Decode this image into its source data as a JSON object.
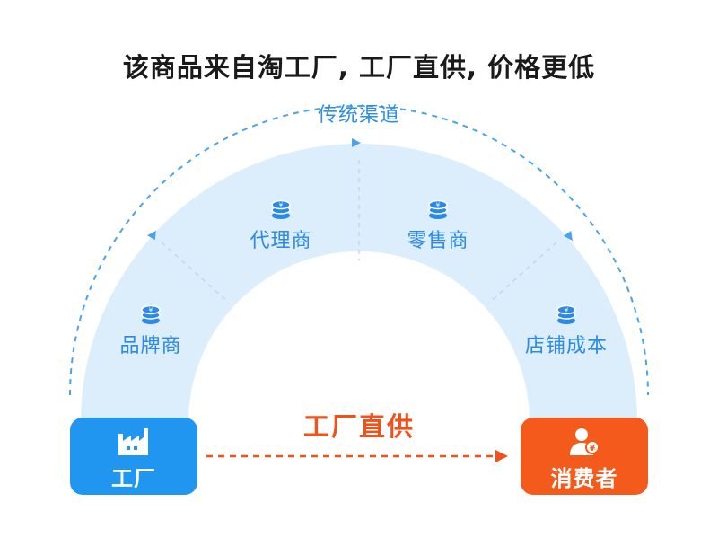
{
  "title": "该商品来自淘工厂, 工厂直供, 价格更低",
  "channel_label": "传统渠道",
  "nodes": [
    {
      "label": "品牌商",
      "coin": "coin-stack-icon"
    },
    {
      "label": "代理商",
      "coin": "coin-stack-icon"
    },
    {
      "label": "零售商",
      "coin": "coin-stack-icon"
    },
    {
      "label": "店铺成本",
      "coin": "coin-stack-icon"
    }
  ],
  "factory": {
    "label": "工厂",
    "icon": "factory-icon"
  },
  "consumer": {
    "label": "消费者",
    "icon": "user-yuan-icon"
  },
  "direct_label": "工厂直供",
  "colors": {
    "arc_fill": "#dcedfb",
    "arc_dash": "#4aa3ec",
    "node_text": "#2a8ae6",
    "factory": "#2196f0",
    "consumer": "#f35a1b",
    "direct": "#f0521a"
  }
}
